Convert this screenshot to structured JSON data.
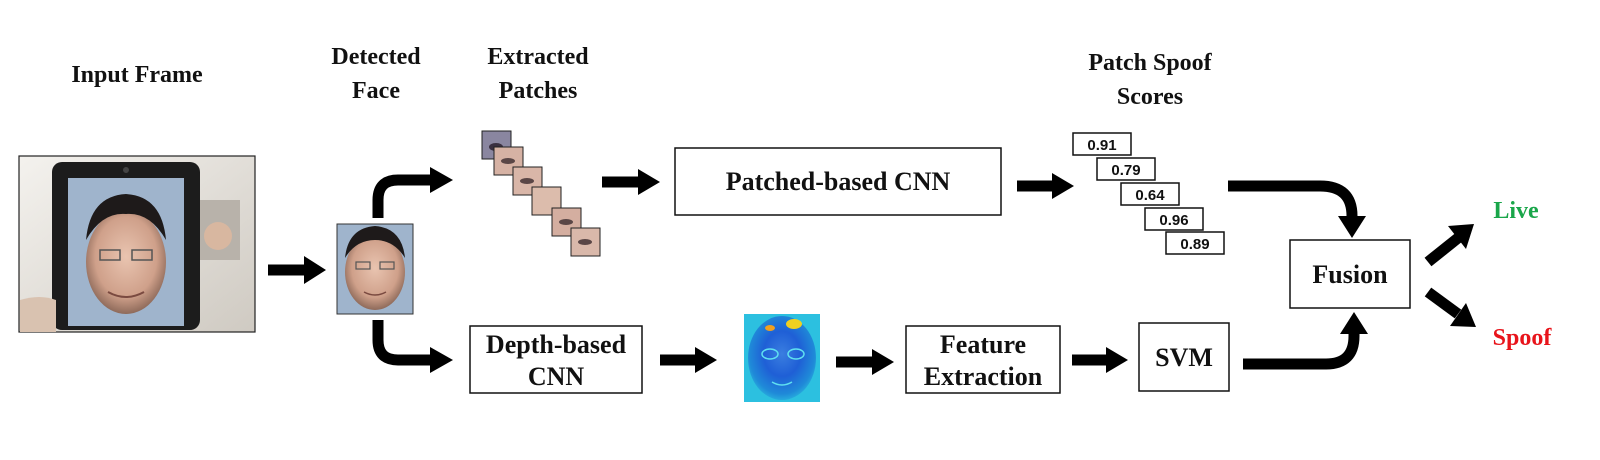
{
  "headings": {
    "input_frame": "Input Frame",
    "detected_face_1": "Detected",
    "detected_face_2": "Face",
    "extracted_patches_1": "Extracted",
    "extracted_patches_2": "Patches",
    "patch_spoof_scores_1": "Patch Spoof",
    "patch_spoof_scores_2": "Scores"
  },
  "boxes": {
    "patch_cnn": "Patched-based CNN",
    "depth_cnn_1": "Depth-based",
    "depth_cnn_2": "CNN",
    "feature_extraction_1": "Feature",
    "feature_extraction_2": "Extraction",
    "svm": "SVM",
    "fusion": "Fusion"
  },
  "scores": [
    "0.91",
    "0.79",
    "0.64",
    "0.96",
    "0.89"
  ],
  "outputs": {
    "live": "Live",
    "spoof": "Spoof"
  },
  "colors": {
    "live": "#1aa64a",
    "spoof": "#e8141b",
    "arrow": "#000000"
  },
  "icons": {
    "input_frame_image": "photo-of-person-holding-tablet-icon",
    "detected_face_image": "face-crop-icon",
    "depth_map_image": "depth-map-heatmap-icon"
  }
}
